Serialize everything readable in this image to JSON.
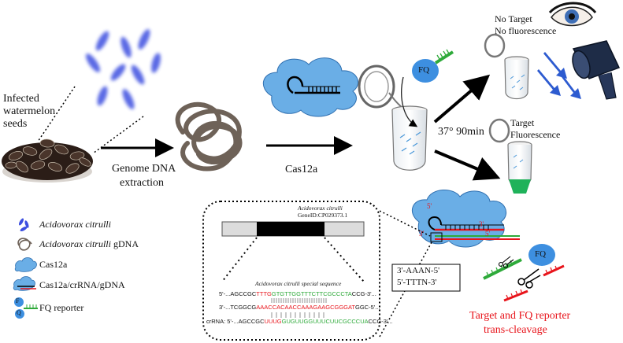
{
  "text": {
    "seeds_label": [
      "Infected",
      "watermelon",
      "seeds"
    ],
    "genome_label": [
      "Genome DNA",
      "extraction"
    ],
    "cas12a_label": "Cas12a",
    "incubation": "37° 90min",
    "no_target": [
      "No Target",
      "No fluorescence"
    ],
    "target": [
      "Target",
      "Fluorescence"
    ],
    "fq": "FQ",
    "species_title": "Acidovorax citrulli",
    "gene_id": "GeneID:CP029373.1",
    "special_sequence": "Acidovorax citrulli special sequence",
    "pam_box": [
      "3'-AAAN-5'",
      "5'-TTTN-3'"
    ],
    "trans_cleavage": [
      "Target and FQ reporter",
      "trans-cleavage"
    ],
    "prime_3": "3'",
    "prime_5": "5'"
  },
  "sequences": {
    "top": {
      "prefix": "5'-...AGCCGC",
      "pam": "TTTG",
      "target": "GTGTTGGTTTCTTCGCCCTA",
      "suffix": "CCG-3'..."
    },
    "bottom": {
      "prefix": "3'-...TCGGCG",
      "pam": "AAAC",
      "target": "CACAACCAAAGAAGCGGGAT",
      "suffix": "GGC-5'..."
    },
    "crrna": {
      "prefix": "crRNA: 5'-...AGCCGC",
      "pam": "UUUG",
      "target": "GUGUUGGUUUCUUCGCCCUA",
      "suffix": "CCG-3'..."
    }
  },
  "legend": [
    {
      "icon": "bacteria-icon",
      "label": "Acidovorax citrulli",
      "italic": true
    },
    {
      "icon": "gdna-icon",
      "label": "Acidovorax citrulli gDNA",
      "italic_prefix": "Acidovorax citrulli",
      "suffix": " gDNA"
    },
    {
      "icon": "cas12a-icon",
      "label": "Cas12a"
    },
    {
      "icon": "cas12a-complex-icon",
      "label": "Cas12a/crRNA/gDNA"
    },
    {
      "icon": "fq-reporter-icon",
      "label": "FQ reporter",
      "icon_text": [
        "F",
        "Q"
      ]
    }
  ],
  "colors": {
    "bacteria": "#3d4fe0",
    "cloud": "#6aaee6",
    "green": "#2eaa3a",
    "red": "#e8141b",
    "fq_circle": "#3d8fe0",
    "fluorescence": "#1fb25a",
    "seed": "#3a2a22"
  }
}
